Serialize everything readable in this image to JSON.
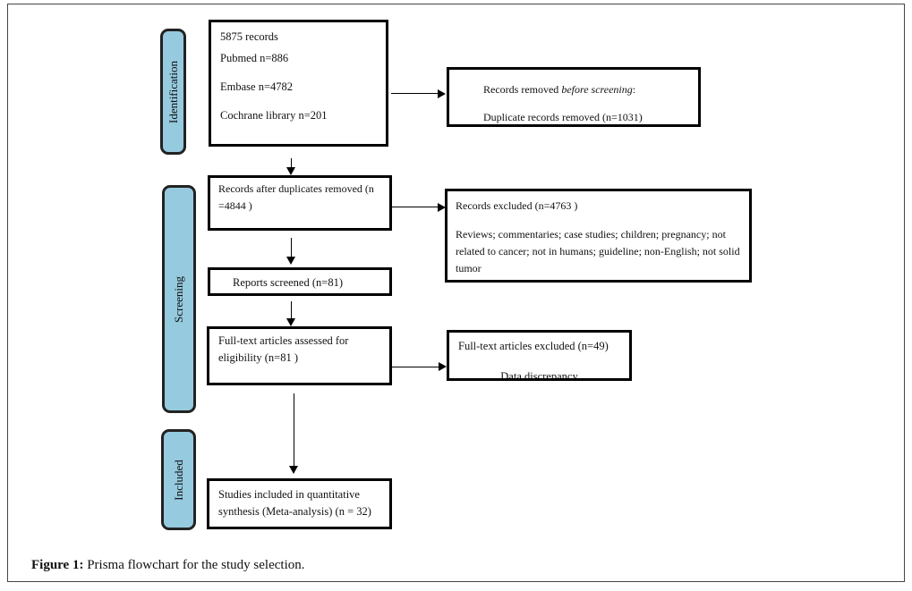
{
  "stages": {
    "identification": "Identification",
    "screening": "Screening",
    "included": "Included"
  },
  "boxes": {
    "records": {
      "lines": [
        "5875 records",
        "Pubmed n=886",
        "Embase n=4782",
        "Cochrane library n=201"
      ]
    },
    "removed_before": {
      "prefix": "Records removed ",
      "italic": "before screening",
      "suffix": ":",
      "line2": "Duplicate records removed  (n=1031)"
    },
    "after_duplicates": {
      "text": "Records after duplicates removed (n =4844 )"
    },
    "records_excluded": {
      "title": "Records excluded (n=4763 )",
      "reasons": "Reviews; commentaries; case studies; children; pregnancy; not related to cancer; not in humans; guideline; non-English; not solid tumor"
    },
    "reports_screened": {
      "text": "Reports screened (n=81)"
    },
    "fulltext_assessed": {
      "text": "Full-text articles assessed for eligibility (n=81 )"
    },
    "fulltext_excluded": {
      "title": "Full-text articles excluded (n=49)",
      "reason": "Data discrepancy"
    },
    "included": {
      "text": "Studies included in quantitative synthesis (Meta-analysis) (n = 32)"
    }
  },
  "caption": {
    "label": "Figure 1:",
    "text": " Prisma flowchart for the study selection."
  },
  "colors": {
    "stage_fill": "#96cade",
    "border": "#000000"
  }
}
